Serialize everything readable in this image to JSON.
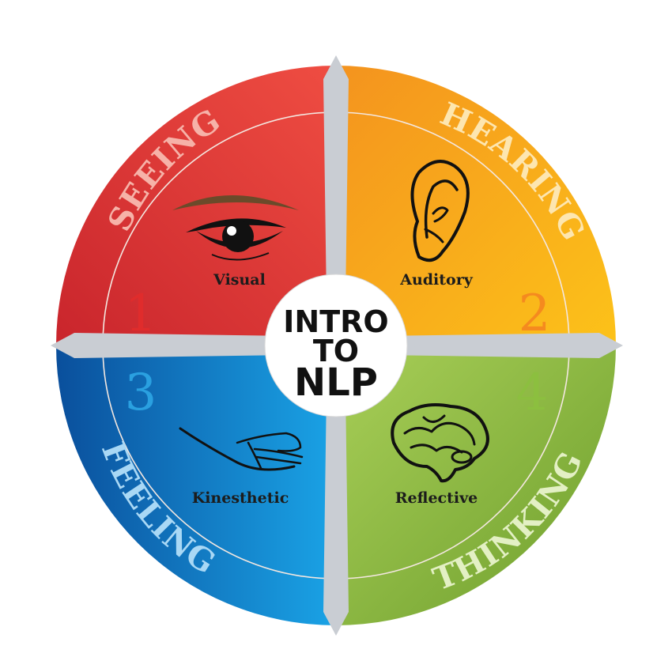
{
  "center": {
    "line1": "INTRO",
    "line2": "TO",
    "line3": "NLP"
  },
  "quadrants": [
    {
      "id": "q1",
      "arc_label": "SEEING",
      "sense": "Visual",
      "number": "1",
      "icon": "eye-icon",
      "color_dark": "#c9252c",
      "color_light": "#ef4d42",
      "arc_text_color": "#f6b2a8",
      "number_color": "#e02c2c"
    },
    {
      "id": "q2",
      "arc_label": "HEARING",
      "sense": "Auditory",
      "number": "2",
      "icon": "ear-icon",
      "color_dark": "#f4931e",
      "color_light": "#fcc219",
      "arc_text_color": "#fde6b0",
      "number_color": "#f58a1f"
    },
    {
      "id": "q3",
      "arc_label": "FEELING",
      "sense": "Kinesthetic",
      "number": "3",
      "icon": "hand-icon",
      "color_dark": "#0a4f9c",
      "color_light": "#1aa3e6",
      "arc_text_color": "#a9d8f5",
      "number_color": "#2aa0e0"
    },
    {
      "id": "q4",
      "arc_label": "THINKING",
      "sense": "Reflective",
      "number": "4",
      "icon": "brain-icon",
      "color_dark": "#6d9e2c",
      "color_light": "#a9cf58",
      "arc_text_color": "#e3f0c4",
      "number_color": "#8cbf3f"
    }
  ],
  "colors": {
    "compass": "#c9cdd3",
    "ring": "#f3e7e0",
    "center_fill": "#ffffff",
    "eyebrow": "#6b4a2a",
    "icon_ink": "#111111"
  }
}
